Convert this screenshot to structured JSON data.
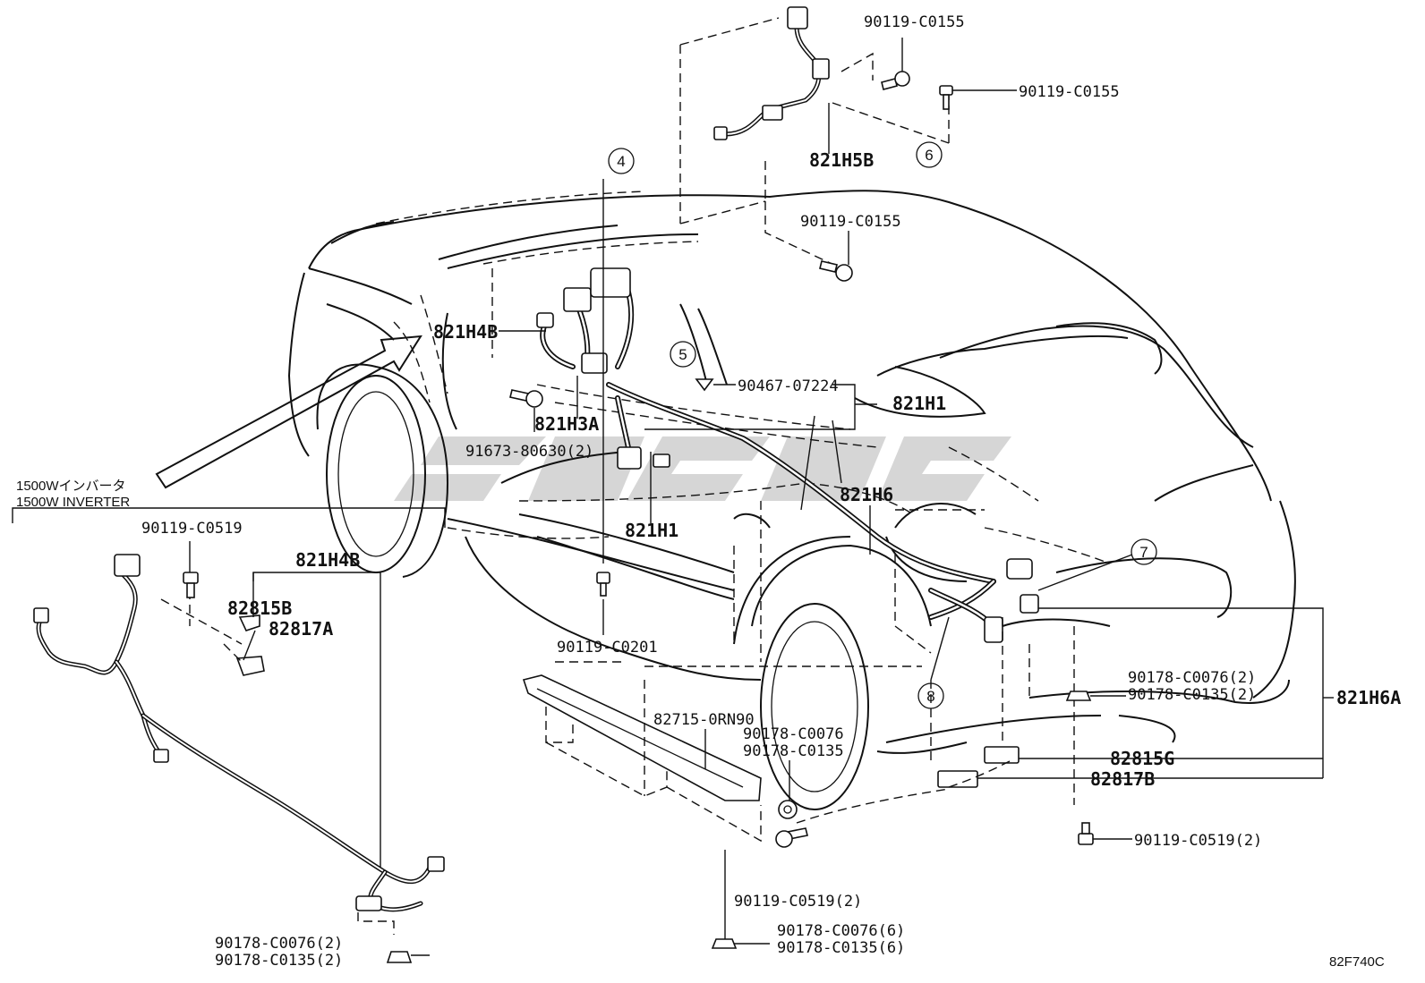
{
  "figure_code": "82F740C",
  "inset": {
    "title_jp": "1500Wインバータ",
    "title_en": "1500W INVERTER"
  },
  "labels": {
    "p_90119_C0155_a": "90119-C0155",
    "p_90119_C0155_b": "90119-C0155",
    "p_821H5B": "821H5B",
    "p_90119_C0155_c": "90119-C0155",
    "p_821H4B_main": "821H4B",
    "p_821H3A": "821H3A",
    "p_91673_80630": "91673-80630(2)",
    "p_90467_07224": "90467-07224",
    "p_821H1_right": "821H1",
    "p_821H1_center": "821H1",
    "p_821H6": "821H6",
    "p_90119_C0519_inset": "90119-C0519",
    "p_821H4B_inset": "821H4B",
    "p_82815B": "82815B",
    "p_82817A": "82817A",
    "p_90119_C0201": "90119-C0201",
    "p_82715_0RN90": "82715-0RN90",
    "p_90178_C0076": "90178-C0076",
    "p_90178_C0135": "90178-C0135",
    "p_90178_C0076_2a": "90178-C0076(2)",
    "p_90178_C0135_2a": "90178-C0135(2)",
    "p_821H6A": "821H6A",
    "p_82815G": "82815G",
    "p_82817B": "82817B",
    "p_90119_C0519_2a": "90119-C0519(2)",
    "p_90119_C0519_2b": "90119-C0519(2)",
    "p_90178_C0076_6": "90178-C0076(6)",
    "p_90178_C0135_6": "90178-C0135(6)",
    "p_90178_C0076_2b": "90178-C0076(2)",
    "p_90178_C0135_2b": "90178-C0135(2)"
  },
  "callouts": [
    "4",
    "5",
    "6",
    "7",
    "8"
  ]
}
